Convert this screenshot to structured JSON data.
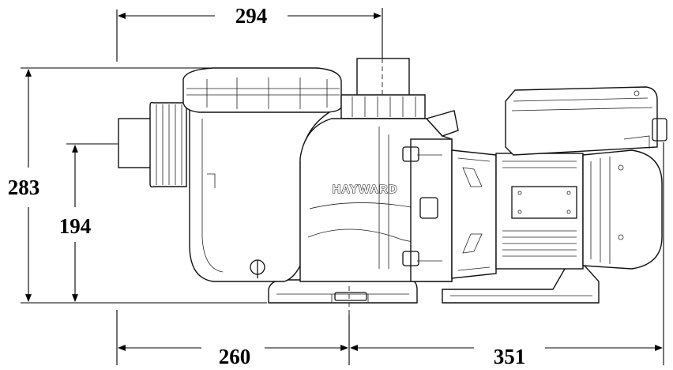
{
  "dimensions": {
    "top_width": "294",
    "overall_height": "283",
    "inlet_height": "194",
    "base_left": "260",
    "base_right": "351"
  },
  "brand": {
    "logo_text": "HAYWARD"
  },
  "colors": {
    "line": "#111111",
    "background": "#ffffff"
  }
}
